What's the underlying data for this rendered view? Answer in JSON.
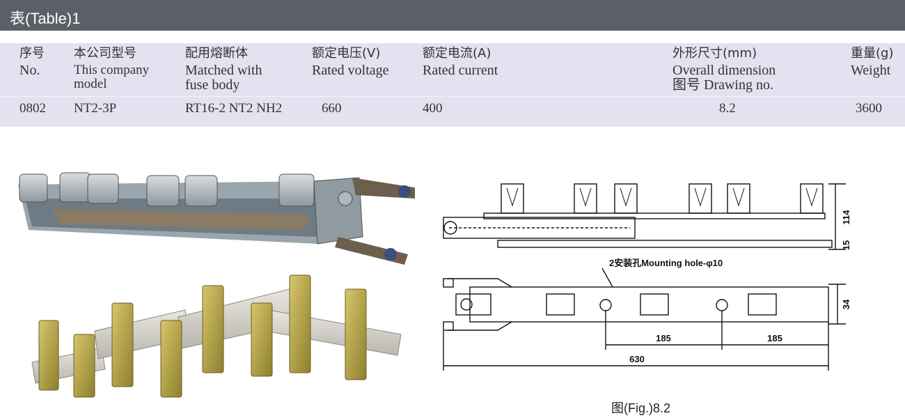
{
  "title": "表(Table)1",
  "table": {
    "headers": [
      {
        "cn": "序号",
        "en": [
          "No."
        ]
      },
      {
        "cn": "本公司型号",
        "en": [
          "This company",
          "model"
        ]
      },
      {
        "cn": "配用熔断体",
        "en": [
          "Matched with",
          "fuse body"
        ]
      },
      {
        "cn": "额定电压(V)",
        "en": [
          "Rated voltage"
        ]
      },
      {
        "cn": "额定电流(A)",
        "en": [
          "Rated current"
        ]
      },
      {
        "cn": "外形尺寸(mm)",
        "en": [
          "Overall dimension",
          "图号 Drawing no."
        ]
      },
      {
        "cn": "重量(g)",
        "en": [
          "Weight"
        ]
      }
    ],
    "row": [
      "0802",
      "NT2-3P",
      "RT16-2 NT2 NH2",
      "660",
      "400",
      "8.2",
      "3600"
    ]
  },
  "drawing": {
    "mounting_hole": "2安装孔Mounting hole-φ10",
    "dims": {
      "height_114": "114",
      "height_15": "15",
      "depth_34": "34",
      "pitch_1": "185",
      "pitch_2": "185",
      "length": "630"
    }
  },
  "figure_caption": "图(Fig.)8.2",
  "colors": {
    "title_bar": "#5b6068",
    "table_bg": "#e4e1f0"
  }
}
